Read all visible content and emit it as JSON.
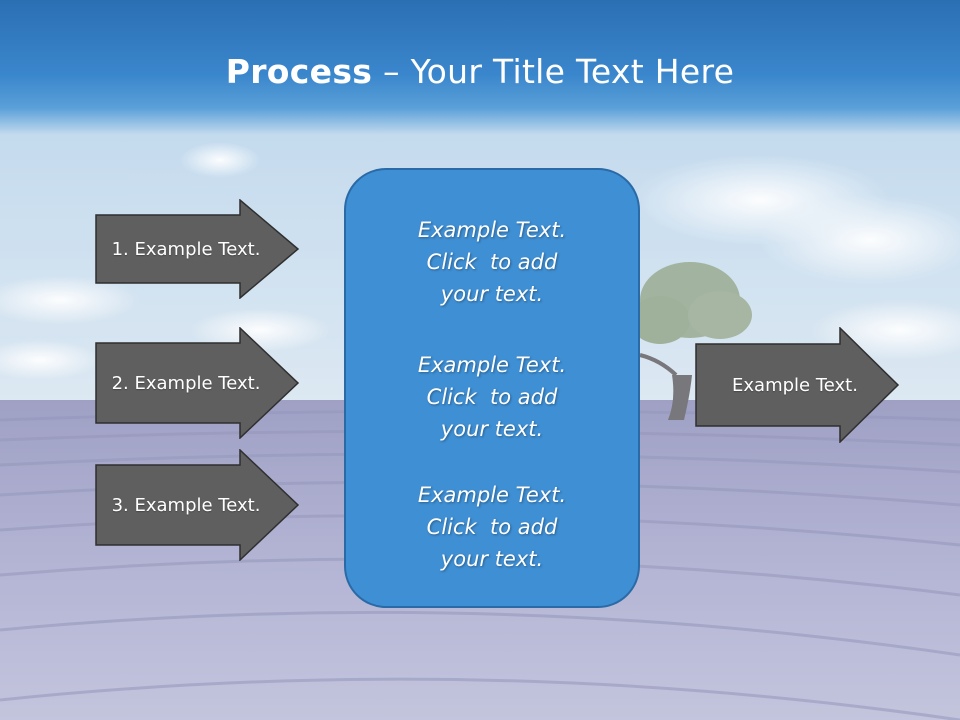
{
  "slide": {
    "title_bold": "Process",
    "title_rest": " – Your Title Text Here"
  },
  "left_arrows": [
    {
      "label": "1. Example Text."
    },
    {
      "label": "2. Example Text."
    },
    {
      "label": "3. Example Text."
    }
  ],
  "center_box": {
    "paragraphs": [
      {
        "line1": "Example Text.",
        "line2": "Click  to add",
        "line3": "your text."
      },
      {
        "line1": "Example Text.",
        "line2": "Click  to add",
        "line3": "your text."
      },
      {
        "line1": "Example Text.",
        "line2": "Click  to add",
        "line3": "your text."
      }
    ]
  },
  "right_arrow": {
    "label": "Example Text."
  },
  "colors": {
    "title_band": "#3a86cc",
    "arrow_fill": "#5f5f5f",
    "center_box": "#3f8fd4",
    "lavender": "#9a9cc8"
  }
}
